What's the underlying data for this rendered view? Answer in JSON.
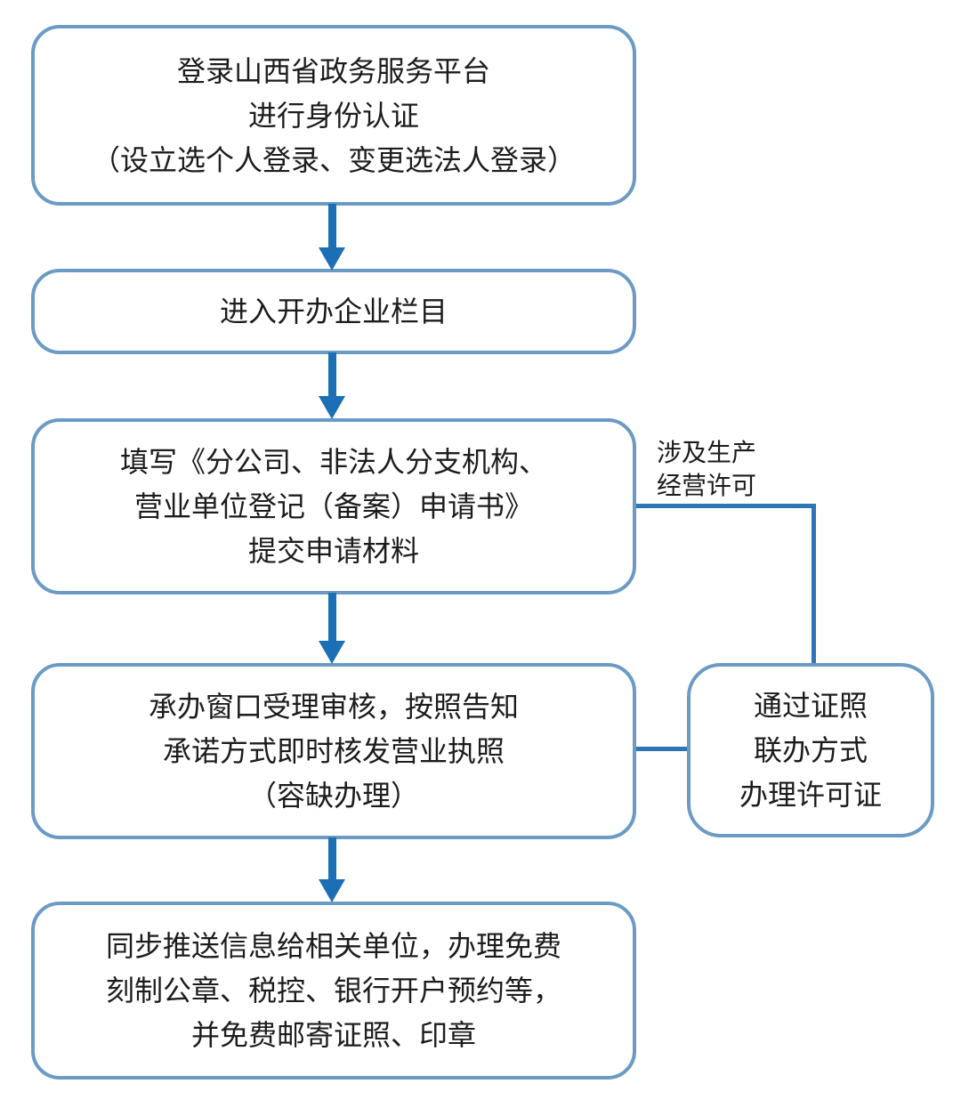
{
  "flowchart": {
    "description": "Business-branch registration process flowchart for Shanxi provincial government service platform",
    "colors": {
      "box_border": "#6b9bc4",
      "arrow": "#1b70b5",
      "connector": "#2e75b4",
      "text": "#1c1c1c",
      "background": "#ffffff"
    },
    "nodes": {
      "step1": {
        "text": "登录山西省政务服务平台\n进行身份认证\n（设立选个人登录、变更选法人登录）"
      },
      "step2": {
        "text": "进入开办企业栏目"
      },
      "step3": {
        "text": "填写《分公司、非法人分支机构、\n营业单位登记（备案）申请书》\n提交申请材料"
      },
      "step4": {
        "text": "承办窗口受理审核，按照告知\n承诺方式即时核发营业执照\n（容缺办理）"
      },
      "step5": {
        "text": "同步推送信息给相关单位，办理免费\n刻制公章、税控、银行开户预约等，\n并免费邮寄证照、印章"
      },
      "side_permit": {
        "text": "通过证照\n联办方式\n办理许可证"
      }
    },
    "labels": {
      "branch_condition": "涉及生产\n经营许可"
    },
    "edges": [
      {
        "from": "step1",
        "to": "step2",
        "type": "arrow"
      },
      {
        "from": "step2",
        "to": "step3",
        "type": "arrow"
      },
      {
        "from": "step3",
        "to": "step4",
        "type": "arrow"
      },
      {
        "from": "step4",
        "to": "step5",
        "type": "arrow"
      },
      {
        "from": "step3",
        "to": "side_permit",
        "type": "elbow-line",
        "label": "涉及生产经营许可"
      },
      {
        "from": "side_permit",
        "to": "step4",
        "type": "line"
      }
    ]
  }
}
